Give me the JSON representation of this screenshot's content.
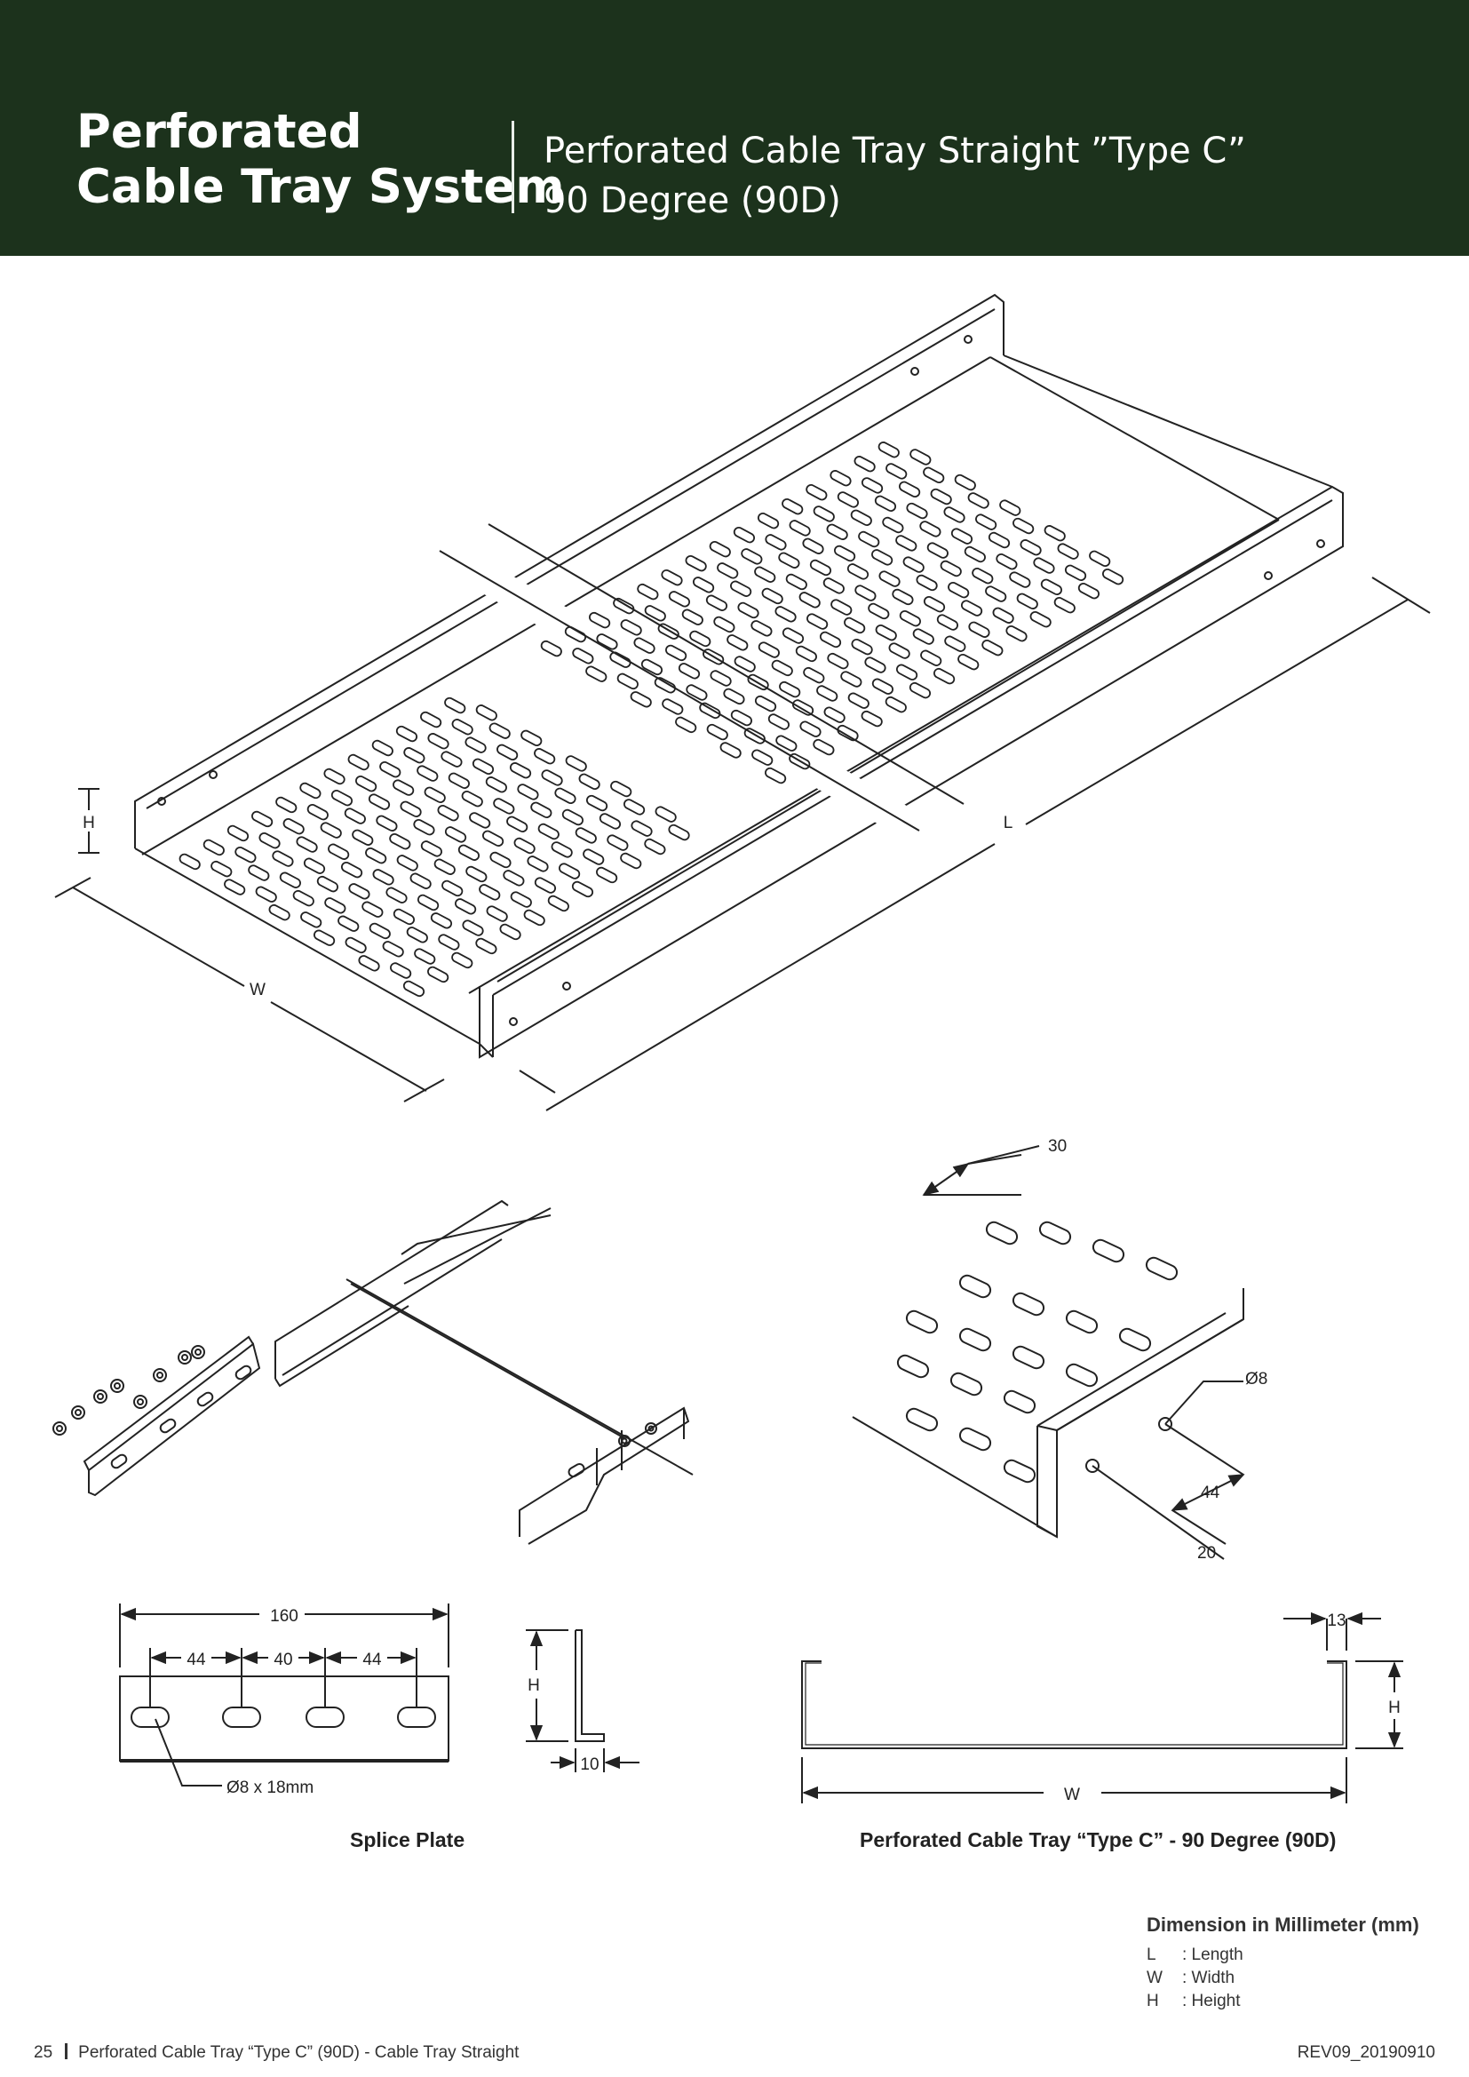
{
  "header": {
    "brand_line1": "Perforated",
    "brand_line2": "Cable Tray System",
    "subtitle_line1": "Perforated Cable Tray Straight ”Type C”",
    "subtitle_line2": "90 Degree (90D)",
    "background_color": "#1c321c"
  },
  "main_drawing": {
    "label_h": "H",
    "label_w": "W",
    "label_l": "L"
  },
  "detail_drawing": {
    "dim_30": "30",
    "dim_d8": "Ø8",
    "dim_44": "44",
    "dim_20": "20"
  },
  "splice_plate": {
    "dim_total": "160",
    "dim_a": "44",
    "dim_b": "40",
    "dim_c": "44",
    "hole_label": "Ø8 x 18mm",
    "label_h": "H",
    "dim_10": "10",
    "caption": "Splice Plate"
  },
  "section": {
    "dim_13": "13",
    "label_h": "H",
    "label_w": "W",
    "caption": "Perforated Cable Tray “Type C” - 90 Degree (90D)"
  },
  "legend": {
    "title": "Dimension in Millimeter (mm)",
    "items": [
      {
        "key": "L",
        "value": ": Length"
      },
      {
        "key": "W",
        "value": ": Width"
      },
      {
        "key": "H",
        "value": ": Height"
      }
    ]
  },
  "footer": {
    "page_number": "25",
    "page_title": "Perforated Cable Tray “Type C” (90D) - Cable Tray Straight",
    "revision": "REV09_20190910"
  }
}
